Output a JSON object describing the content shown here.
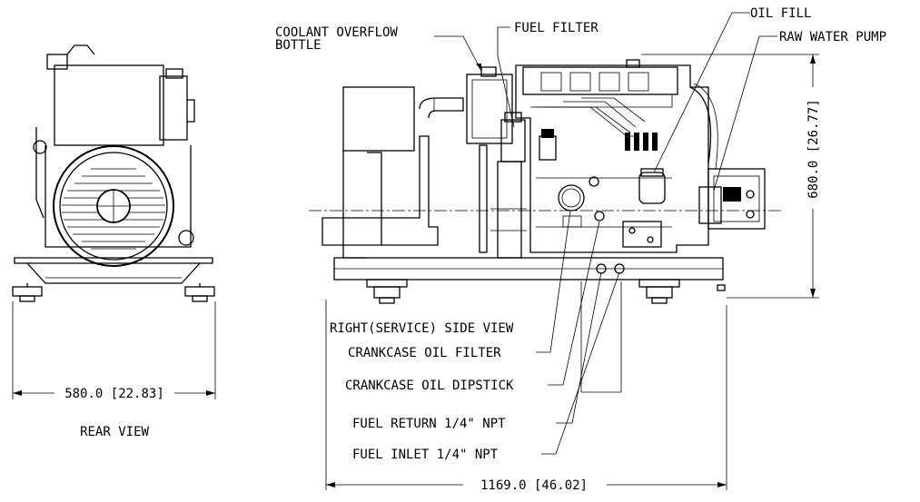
{
  "labels": {
    "coolant_overflow_line1": "COOLANT OVERFLOW",
    "coolant_overflow_line2": "BOTTLE",
    "fuel_filter": "FUEL FILTER",
    "oil_fill": "OIL FILL",
    "raw_water_pump": "RAW WATER PUMP",
    "right_side_view": "RIGHT(SERVICE) SIDE VIEW",
    "crankcase_oil_filter": "CRANKCASE OIL FILTER",
    "crankcase_oil_dipstick": "CRANKCASE OIL DIPSTICK",
    "fuel_return": "FUEL RETURN 1/4\" NPT",
    "fuel_inlet": "FUEL  INLET 1/4\" NPT",
    "rear_view": "REAR VIEW"
  },
  "dimensions": {
    "rear_width": "580.0 [22.83]",
    "height": "680.0 [26.77]",
    "overall_length": "1169.0 [46.02]"
  }
}
